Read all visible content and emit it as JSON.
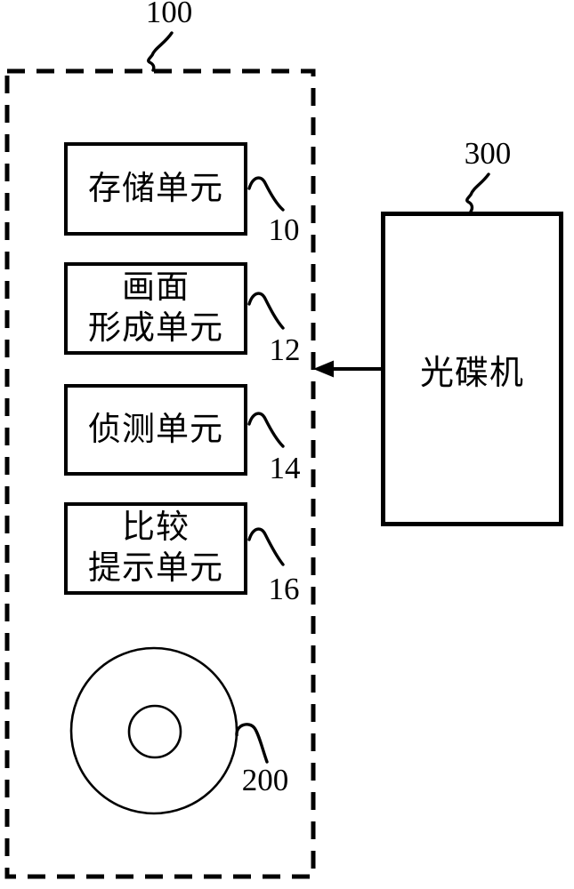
{
  "figure": {
    "system": {
      "ref": "100"
    },
    "units": [
      {
        "label": "存储单元",
        "ref": "10"
      },
      {
        "label": "画面\n形成单元",
        "ref": "12"
      },
      {
        "label": "侦测单元",
        "ref": "14"
      },
      {
        "label": "比较\n提示单元",
        "ref": "16"
      }
    ],
    "disc": {
      "ref": "200"
    },
    "drive": {
      "label": "光碟机",
      "ref": "300"
    },
    "icons": {
      "disc": "optical-disc-icon",
      "arrow": "left-arrow-connector"
    },
    "colors": {
      "line": "#000000",
      "background": "#ffffff"
    }
  }
}
